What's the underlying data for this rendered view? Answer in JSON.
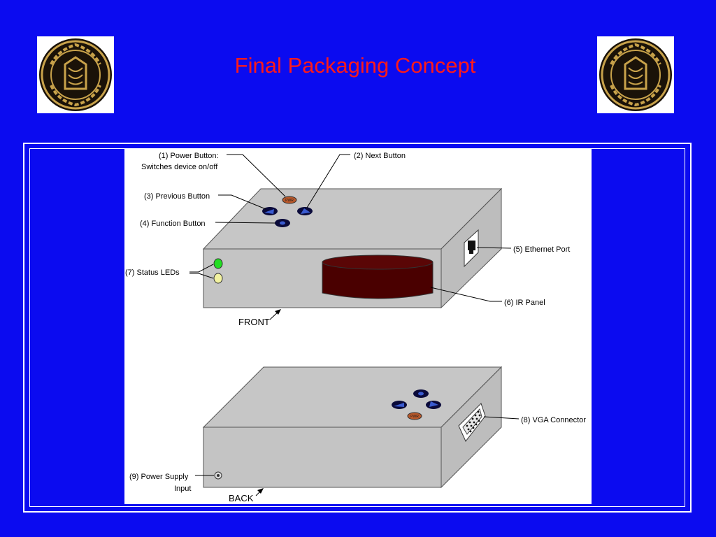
{
  "slide": {
    "title": "Final Packaging Concept",
    "background_color": "#0b0bf0",
    "title_color": "#ff1a1a",
    "logo_icon": "purdue-university-seal-icon"
  },
  "diagram": {
    "front": {
      "view_label": "FRONT",
      "callouts": {
        "power_button_line1": "(1) Power Button:",
        "power_button_line2": "Switches device on/off",
        "next_button": "(2) Next Button",
        "previous_button": "(3) Previous Button",
        "function_button": "(4) Function  Button",
        "ethernet_port": "(5) Ethernet Port",
        "ir_panel": "(6) IR Panel",
        "status_leds": "(7) Status  LEDs"
      },
      "power_button_text": "PWR"
    },
    "back": {
      "view_label": "BACK",
      "callouts": {
        "vga_connector": "(8) VGA Connector",
        "power_supply_line1": "(9) Power Supply",
        "power_supply_line2": "Input"
      },
      "power_button_text": "PWR"
    },
    "colors": {
      "box_face": "#c4c4c4",
      "ir_panel": "#4a0000",
      "led_green": "#22dd22",
      "led_yellow": "#f2f2a0",
      "button_dark": "#0a0a3a",
      "button_arrow": "#3a5bd0",
      "power_button": "#b8582a"
    }
  }
}
